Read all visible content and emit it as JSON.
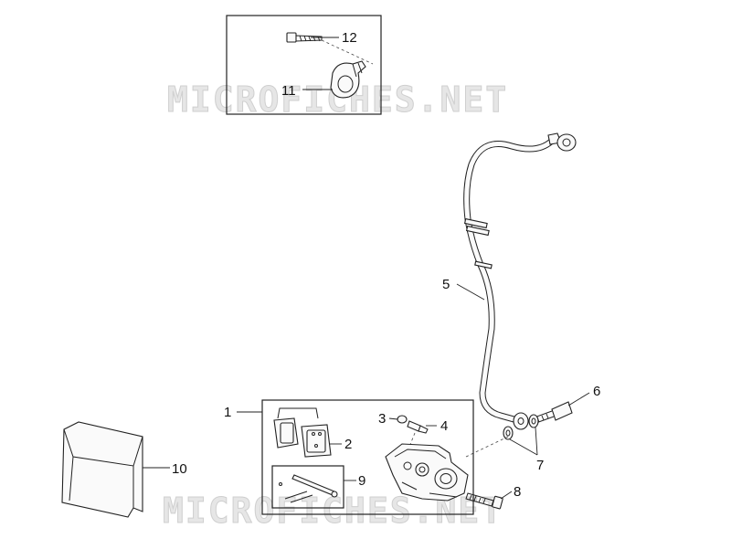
{
  "watermark": "MICROFICHES.NET",
  "callouts": {
    "c1": "1",
    "c2": "2",
    "c3": "3",
    "c4": "4",
    "c5": "5",
    "c6": "6",
    "c7": "7",
    "c8": "8",
    "c9": "9",
    "c10": "10",
    "c11": "11",
    "c12": "12"
  }
}
